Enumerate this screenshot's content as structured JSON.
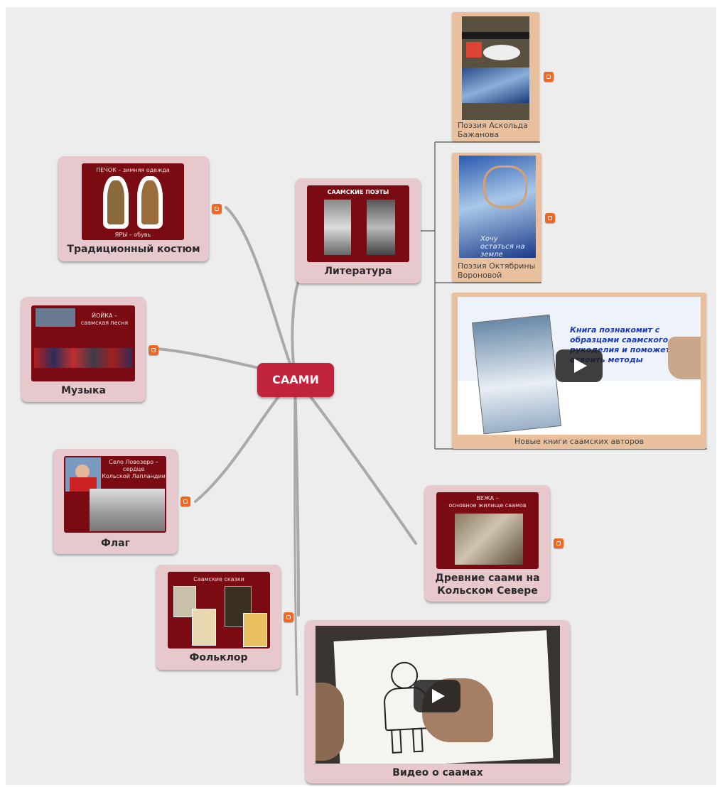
{
  "center": {
    "label": "САAMИ"
  },
  "nodes": {
    "costume": {
      "label": "Традиционный костюм",
      "pic_top": "ПЕЧОК – зимняя одежда",
      "pic_bottom": "ЯРЫ – обувь"
    },
    "music": {
      "label": "Музыка",
      "pic_top": "ЙОЙКА –\nсаамская песня"
    },
    "flag": {
      "label": "Флаг",
      "pic_top": "Село Ловозеро –\nсердце\nКольской Лапландии"
    },
    "folklore": {
      "label": "Фольклор",
      "pic_top": "Саамские сказки"
    },
    "literature": {
      "label": "Литература",
      "pic_top": "САAMСКИЕ ПОЭТЫ"
    },
    "ancient": {
      "label": "Древние саами на Кольском Севере",
      "pic_top": "ВЕЖА –\nосновное жилище саамов"
    },
    "video": {
      "label": "Видео о саамах"
    }
  },
  "literature_children": {
    "book1": {
      "caption": "Поэзия Аскольда Бажанова"
    },
    "book2": {
      "caption": "Поэзия Октябрины Вороновой",
      "cover_text": "Хочу остаться на земле"
    },
    "video": {
      "caption": "Новые книги саамских авторов",
      "overlay_text": "Книга познакомит с образцами саамского рукоделия и поможет освоить методы"
    }
  },
  "icons": {
    "blog_link": "blogger-icon",
    "video_play": "play-icon"
  },
  "colors": {
    "center": "#c0233b",
    "node": "#e7c8cd",
    "tan": "#e8c09e",
    "blogger": "#f26522",
    "line": "#a9a9a9"
  }
}
